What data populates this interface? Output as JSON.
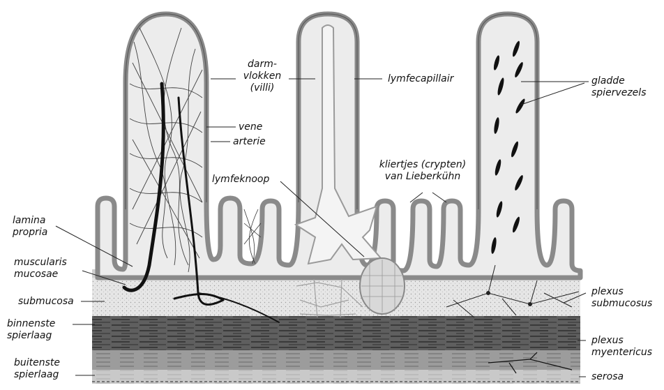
{
  "labels": {
    "villi_line1": "darm-",
    "villi_line2": "vlokken",
    "villi_line3": "(villi)",
    "lymph_capillary": "lymfecapillair",
    "smooth_muscle_line1": "gladde",
    "smooth_muscle_line2": "spiervezels",
    "vein": "vene",
    "artery": "arterie",
    "crypts_line1": "kliertjes (crypten)",
    "crypts_line2": "van Lieberkühn",
    "lymph_node": "lymfeknoop",
    "lamina_line1": "lamina",
    "lamina_line2": "propria",
    "muscularis_line1": "muscularis",
    "muscularis_line2": "mucosae",
    "submucosa": "submucosa",
    "inner_muscle_line1": "binnenste",
    "inner_muscle_line2": "spierlaag",
    "outer_muscle_line1": "buitenste",
    "outer_muscle_line2": "spierlaag",
    "plexus_sub_line1": "plexus",
    "plexus_sub_line2": "submucosus",
    "plexus_my_line1": "plexus",
    "plexus_my_line2": "myentericus",
    "serosa": "serosa"
  },
  "colors": {
    "epithelium": "#8a8a8a",
    "lamina": "#ececec",
    "submucosa_fill": "#e2e2e2",
    "muscle_inner": "#5c5c5c",
    "muscle_outer": "#9a9a9a",
    "vessel": "#111111"
  }
}
